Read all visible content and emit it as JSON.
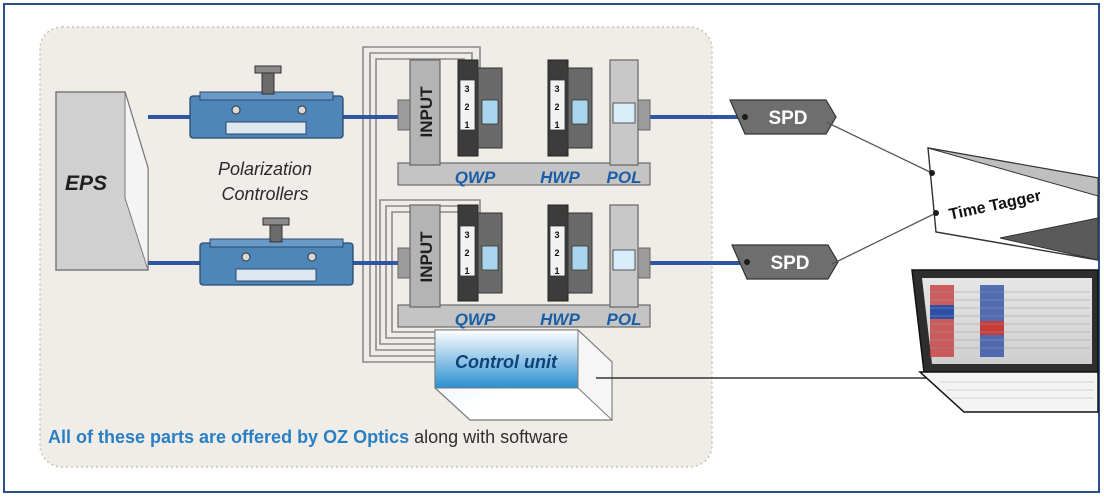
{
  "labels": {
    "source": "EPS",
    "pc_line1": "Polarization",
    "pc_line2": "Controllers",
    "input": "INPUT",
    "qwp": "QWP",
    "hwp": "HWP",
    "pol": "POL",
    "detector": "SPD",
    "tagger": "Time Tagger",
    "control": "Control unit",
    "scale_1": "1",
    "scale_2": "2",
    "scale_3": "3"
  },
  "caption": {
    "highlight": "All of these parts are offered by OZ Optics",
    "rest": " along with software"
  },
  "colors": {
    "frame": "#2b4f8a",
    "panel": "#f0ede8",
    "fiber": "#2f56a3",
    "controller": "#4f86b8",
    "label_blue": "#1a5fa6",
    "caption_blue": "#2a7fc4",
    "metal_light": "#b4b4b4",
    "metal_dark": "#5a5a5a"
  }
}
